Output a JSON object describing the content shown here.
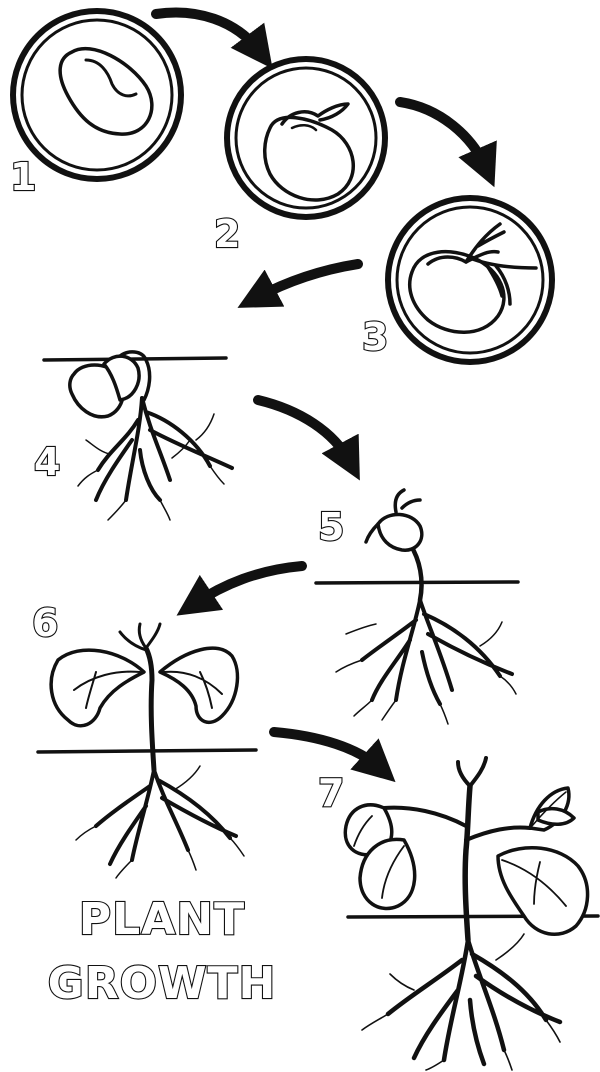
{
  "title": {
    "line1": "PLANT",
    "line2": "GROWTH"
  },
  "stages": [
    {
      "number": "1"
    },
    {
      "number": "2"
    },
    {
      "number": "3"
    },
    {
      "number": "4"
    },
    {
      "number": "5"
    },
    {
      "number": "6"
    },
    {
      "number": "7"
    }
  ],
  "colors": {
    "ink": "#111111",
    "background": "#ffffff"
  }
}
